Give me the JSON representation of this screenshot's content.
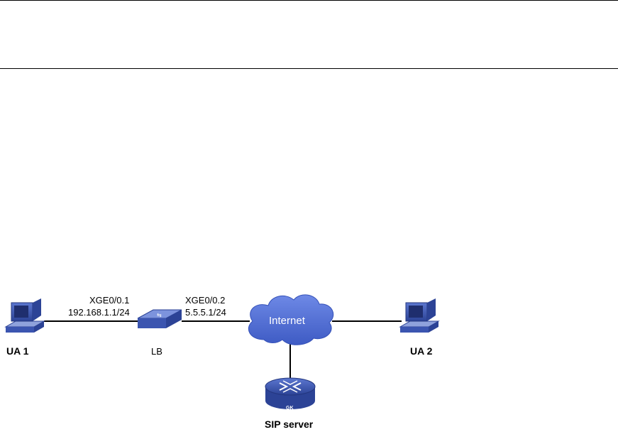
{
  "nodes": {
    "ua1": {
      "label": "UA 1",
      "icon": "workstation-icon"
    },
    "lb": {
      "label": "LB",
      "icon": "load-balancer-icon",
      "interface_left": "XGE0/0.1",
      "ip_left": "192.168.1.1/24",
      "interface_right": "XGE0/0.2",
      "ip_right": "5.5.5.1/24"
    },
    "internet": {
      "label": "Internet",
      "icon": "cloud-icon"
    },
    "ua2": {
      "label": "UA 2",
      "icon": "workstation-icon"
    },
    "sip": {
      "label": "SIP server",
      "icon": "router-icon",
      "badge": "GK"
    }
  },
  "colors": {
    "device_blue": "#3b55b0",
    "cloud_blue": "#4b6bd6",
    "line": "#000000"
  }
}
